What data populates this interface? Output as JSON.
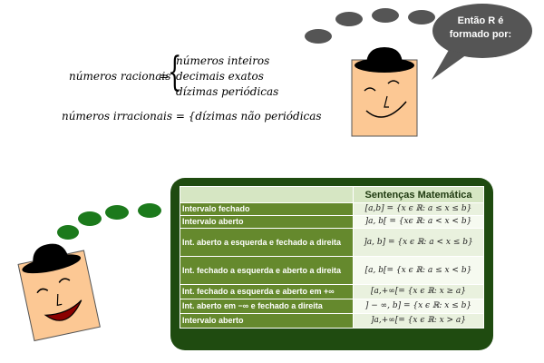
{
  "bubble": {
    "line1": "Então R é",
    "line2": "formado por:"
  },
  "racionais": {
    "lhs": "números racionais",
    "eq": "=",
    "items": [
      "números inteiros",
      "decimais exatos",
      "dízimas periódicas"
    ]
  },
  "irracionais": {
    "text": "números irracionais = {dízimas não periódicas"
  },
  "table": {
    "title": "Sentenças Matemática",
    "rows": [
      {
        "label": "Intervalo fechado",
        "value": "[a,b] = {x ϵ ℝ: a  ≤ x ≤ b}"
      },
      {
        "label": "Intervalo aberto",
        "value": "]a, b[ = {xϵ ℝ: a < x < b}"
      },
      {
        "label": "Int. aberto a esquerda e fechado a direita",
        "value": "]a, b] = {x ϵ ℝ: a < x ≤ b}"
      },
      {
        "label": "Int. fechado a esquerda e aberto a direita",
        "value": "[a, b[= {x ϵ ℝ: a ≤ x < b}"
      },
      {
        "label": "Int. fechado a esquerda e aberto em +∞",
        "value": "[a,+∞[= {x ϵ ℝ: x ≥ a}"
      },
      {
        "label": "Int. aberto em −∞  e fechado a direita",
        "value": "] − ∞, b] = {x ϵ ℝ: x ≤ b}"
      },
      {
        "label": "Intervalo aberto",
        "value": "]a,+∞[= {x ϵ ℝ: x > a}"
      }
    ]
  },
  "colors": {
    "panel": "#1f4b10",
    "label_cell": "#65892d",
    "header_cell": "#d6e6c3",
    "face": "#fcc894",
    "hat": "#000000",
    "thought_dots_top": "#555555",
    "thought_dots_bottom": "#1c7a1c",
    "bubble": "#555555"
  }
}
